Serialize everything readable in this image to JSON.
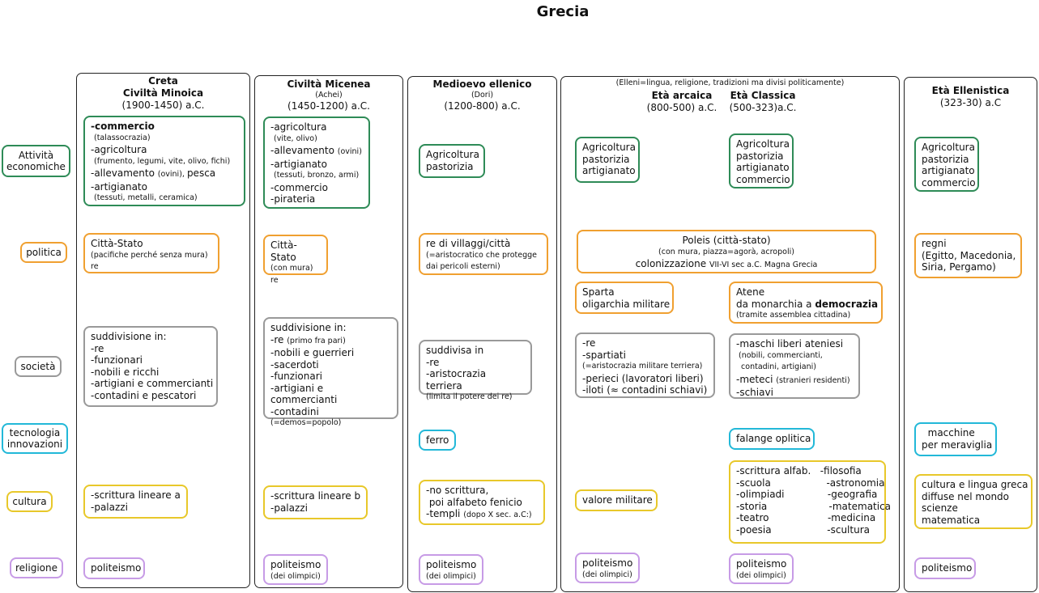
{
  "title": "Grecia",
  "categories": {
    "economia": "Attività\neconomiche",
    "politica": "politica",
    "societa": "società",
    "tecnologia": "tecnologia\ninnovazioni",
    "cultura": "cultura",
    "religione": "religione"
  },
  "colors": {
    "economia": "#2e8b57",
    "politica": "#f0a030",
    "societa": "#999999",
    "tecnologia": "#22b8d8",
    "cultura": "#e8c82a",
    "religione": "#c79be6"
  },
  "minoica": {
    "h1": "Creta",
    "h2": "Civiltà Minoica",
    "h3": "(1900-1450) a.C.",
    "economia": [
      "-commercio",
      "(talassocrazia)",
      "-agricoltura",
      "(frumento, legumi, vite, olivo, fichi)",
      "-allevamento",
      "(ovini), ",
      "pesca",
      "-artigianato",
      "(tessuti, metalli, ceramica)"
    ],
    "politica": [
      "Città-Stato",
      "(pacifiche perché senza mura)",
      "re"
    ],
    "societa": "suddivisione in:\n-re\n-funzionari\n-nobili e ricchi\n-artigiani e commercianti\n-contadini e pescatori",
    "cultura": "-scrittura lineare a\n-palazzi",
    "religione": "politeismo"
  },
  "micenea": {
    "h1": "Civiltà Micenea",
    "h2": "(Achei)",
    "h3": "(1450-1200) a.C.",
    "economia": [
      "-agricoltura",
      "(vite, olivo)",
      "-allevamento",
      "(ovini)",
      "-artigianato",
      "(tessuti, bronzo, armi)",
      "-commercio",
      "-pirateria"
    ],
    "politica": [
      "Città-Stato",
      "(con mura)",
      "re"
    ],
    "societa": [
      "suddivisione in:",
      "-re",
      "(primo fra pari)",
      "-nobili e guerrieri",
      "-sacerdoti",
      "-funzionari",
      "-artigiani e commercianti",
      "-contadini",
      "(=demos=popolo)"
    ],
    "cultura": "-scrittura lineare b\n-palazzi",
    "religione": [
      "politeismo",
      "(dei olimpici)"
    ]
  },
  "medioevo": {
    "h1": "Medioevo ellenico",
    "h2": "(Dori)",
    "h3": "(1200-800) a.C.",
    "economia": "Agricoltura\npastorizia",
    "politica": [
      "re di villaggi/città",
      "(=aristocratico che protegge",
      "dai pericoli esterni)"
    ],
    "societa": [
      "suddivisa in",
      "-re",
      "-aristocrazia terriera",
      "(limita il potere dei re)"
    ],
    "tecnologia": "ferro",
    "cultura": [
      "-no scrittura,",
      " poi alfabeto fenicio",
      "-templi",
      "(dopo X sec. a.C:)"
    ],
    "religione": [
      "politeismo",
      "(dei olimpici)"
    ]
  },
  "ellenica": {
    "note": "(Elleni=lingua, religione, tradizioni ma divisi politicamente)",
    "arcaica_h": "Età arcaica",
    "arcaica_d": "(800-500) a.C.",
    "classica_h": "Età Classica",
    "classica_d": "(500-323)a.C.",
    "arcaica_economia": "Agricoltura\npastorizia\nartigianato",
    "classica_economia": "Agricoltura\npastorizia\nartigianato\ncommercio",
    "poleis": [
      "Poleis (città-stato)",
      "(con mura, piazza=agorà, acropoli)",
      "colonizzazione",
      "VII-VI sec a.C. Magna Grecia"
    ],
    "sparta": "Sparta\noligarchia militare",
    "atene": [
      "Atene",
      "da monarchia a ",
      "democrazia",
      "(tramite assemblea cittadina)"
    ],
    "arcaica_societa": [
      "-re",
      "-spartiati",
      "(=aristocrazia militare terriera)",
      "-perieci (lavoratori liberi)",
      "-iloti (≈ contadini schiavi)"
    ],
    "classica_societa": [
      "-maschi liberi ateniesi",
      " (nobili, commercianti,",
      "  contadini, artigiani)",
      "-meteci",
      "(stranieri residenti)",
      "-schiavi"
    ],
    "classica_tecnologia": "falange oplitica",
    "arcaica_cultura": "valore militare",
    "classica_cultura": "-scrittura alfab.   -filosofia\n-scuola                  -astronomia\n-olimpiadi              -geografia\n-storia                    -matematica\n-teatro                   -medicina\n-poesia                  -scultura",
    "arcaica_religione": [
      "politeismo",
      "(dei olimpici)"
    ],
    "classica_religione": [
      "politeismo",
      "(dei olimpici)"
    ]
  },
  "ellenistica": {
    "h1": "Età Ellenistica",
    "h2": "(323-30) a.C",
    "economia": "Agricoltura\npastorizia\nartigianato\ncommercio",
    "politica": "regni\n(Egitto, Macedonia,\nSiria, Pergamo)",
    "tecnologia": "  macchine\nper meraviglia",
    "cultura": "cultura e lingua greca\ndiffuse nel mondo\nscienze\nmatematica",
    "religione": "politeismo"
  }
}
